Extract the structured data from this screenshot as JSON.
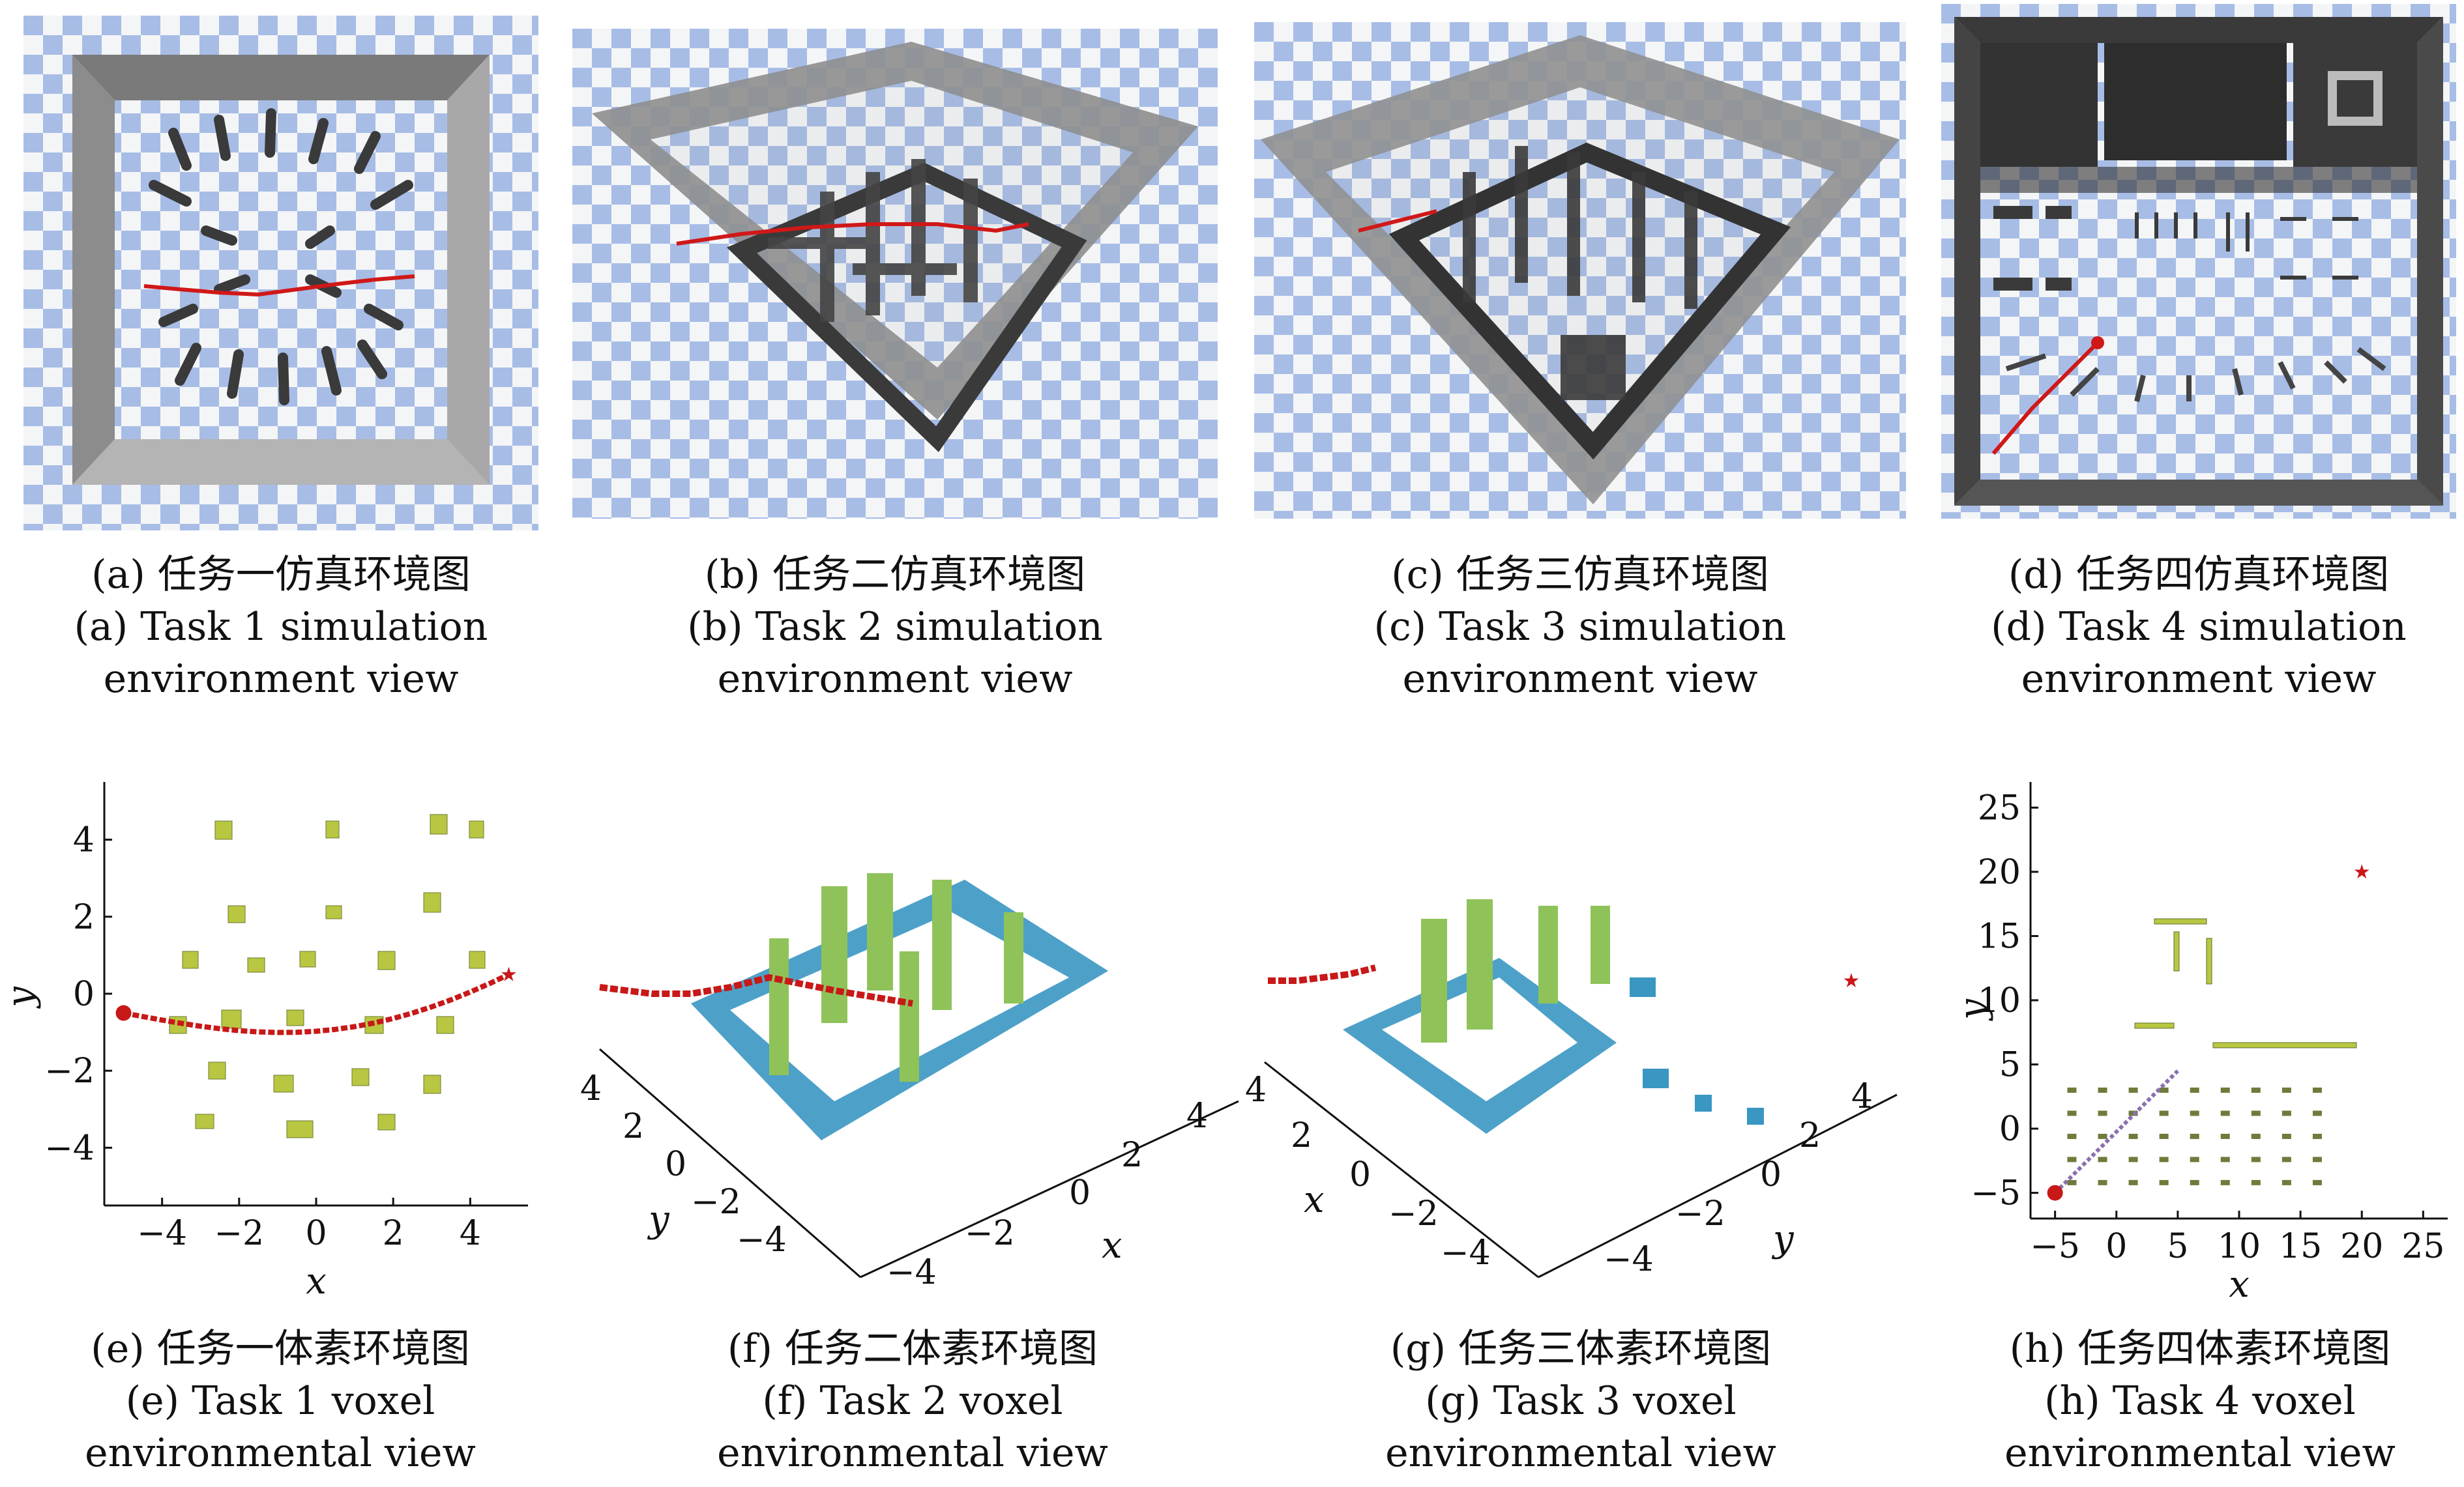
{
  "colors": {
    "checker_blue": "#a7bde6",
    "checker_white": "#f4f5f7",
    "wall_gray": "#9a9a9a",
    "obstacle_dark": "#3a3a3a",
    "path_red": "#d01818",
    "voxel_yellow": "#c8d23a",
    "voxel_blue": "#3a97c2"
  },
  "panels": [
    {
      "id": "a",
      "cn": "(a) 任务一仿真环境图",
      "en1": "(a) Task 1 simulation",
      "en2": "environment view"
    },
    {
      "id": "b",
      "cn": "(b) 任务二仿真环境图",
      "en1": "(b) Task 2 simulation",
      "en2": "environment view"
    },
    {
      "id": "c",
      "cn": "(c) 任务三仿真环境图",
      "en1": "(c) Task 3 simulation",
      "en2": "environment view"
    },
    {
      "id": "d",
      "cn": "(d) 任务四仿真环境图",
      "en1": "(d) Task 4 simulation",
      "en2": "environment view"
    },
    {
      "id": "e",
      "cn": "(e) 任务一体素环境图",
      "en1": "(e) Task 1 voxel",
      "en2": "environmental view"
    },
    {
      "id": "f",
      "cn": "(f) 任务二体素环境图",
      "en1": "(f) Task 2 voxel",
      "en2": "environmental view"
    },
    {
      "id": "g",
      "cn": "(g) 任务三体素环境图",
      "en1": "(g) Task 3 voxel",
      "en2": "environmental view"
    },
    {
      "id": "h",
      "cn": "(h) 任务四体素环境图",
      "en1": "(h) Task 4 voxel",
      "en2": "environmental view"
    }
  ],
  "plots": {
    "e": {
      "xlabel": "x",
      "ylabel": "y",
      "xticks": [
        "−4",
        "−2",
        "0",
        "2",
        "4"
      ],
      "yticks": [
        "4",
        "2",
        "0",
        "−2",
        "−4"
      ]
    },
    "f": {
      "xlabel": "x",
      "ylabel": "y",
      "xticks": [
        "−4",
        "−2",
        "0",
        "2",
        "4"
      ],
      "yticks": [
        "4",
        "2",
        "0",
        "−2",
        "−4"
      ]
    },
    "g": {
      "xlabel": "x",
      "ylabel": "y",
      "xticks": [
        "4",
        "2",
        "0",
        "−2",
        "−4"
      ],
      "yticks": [
        "−4",
        "−2",
        "0",
        "2",
        "4"
      ]
    },
    "h": {
      "xlabel": "x",
      "ylabel": "y",
      "xticks": [
        "−5",
        "0",
        "5",
        "10",
        "15",
        "20",
        "25"
      ],
      "yticks": [
        "25",
        "20",
        "15",
        "10",
        "5",
        "0",
        "−5"
      ]
    }
  },
  "chart_data": [
    {
      "type": "scatter",
      "panel": "e",
      "x": [
        -5,
        5
      ],
      "y": [
        -0.5,
        0.5
      ],
      "xlabel": "x",
      "ylabel": "y",
      "xlim": [
        -5.5,
        5.5
      ],
      "ylim": [
        -5.5,
        5.5
      ]
    },
    {
      "type": "scatter",
      "panel": "h",
      "x": [
        -5,
        20
      ],
      "y": [
        -5,
        20
      ],
      "xlabel": "x",
      "ylabel": "y",
      "xlim": [
        -7,
        27
      ],
      "ylim": [
        -7,
        27
      ]
    }
  ]
}
